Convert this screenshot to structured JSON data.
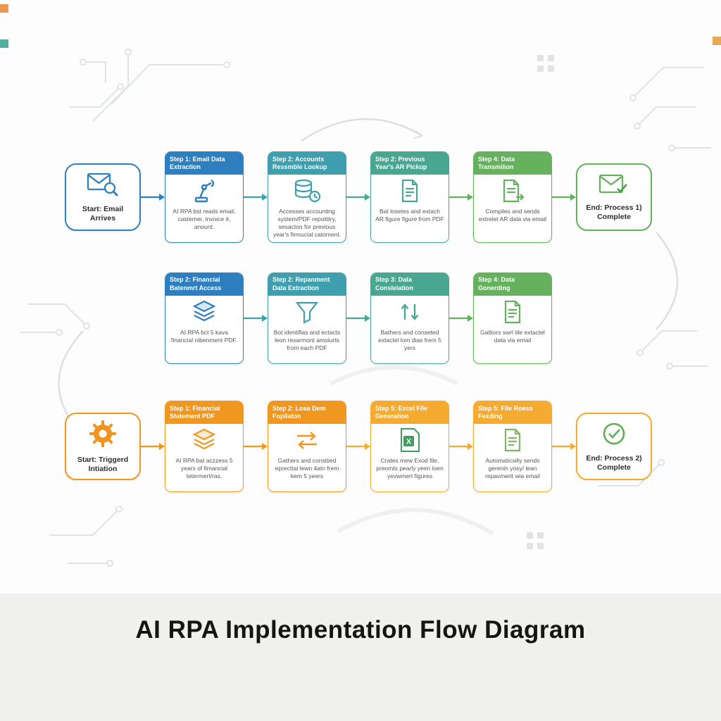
{
  "title": "AI RPA Implementation Flow Diagram",
  "colors": {
    "blue": "#2e7fc0",
    "teal": "#3f9fae",
    "teal_green": "#49a791",
    "green": "#65b15e",
    "orange": "#f0971f",
    "amber": "#f4ab30",
    "band_gray": "#f0f0ef",
    "trace_gray": "#dfe3e8"
  },
  "rows": [
    {
      "start": {
        "label": "Start: Email Arrives",
        "icon": "email-search"
      },
      "steps": [
        {
          "title": "Step 1: Email Data Extraction",
          "body": "AI RPA bst reads email, castemer, invoice #, anount.",
          "icon": "robot-arm"
        },
        {
          "title": "Step 2: Accounts Ressmble Lookup",
          "body": "Accesses accounting system/PDF repoititry, sesacton for previous year's firmucial catoment.",
          "icon": "database-clock"
        },
        {
          "title": "Step 2: Previous Year's AR Pickup",
          "body": "Bat losetes and extach AR figure figure from PDF",
          "icon": "document"
        },
        {
          "title": "Step 4: Data Transmilion",
          "body": "Compiles and sends extrelet AR data via email",
          "icon": "document-send"
        }
      ],
      "end": {
        "label": "End: Process 1) Complete",
        "icon": "email-check"
      }
    },
    {
      "steps": [
        {
          "title": "Step 2: Financial Batenmrt Access",
          "body": "AI RPA bct 5 kava financial nibenment PDF.",
          "icon": "layers"
        },
        {
          "title": "Step 2: Repanment Data Extraction",
          "body": "Bot identifias and ectacts leon resarmont amoiurts from each PDF",
          "icon": "funnel"
        },
        {
          "title": "Step 3: Data Conslelation",
          "body": "Bathers and conseted extactel lom dias frem 5 yers",
          "icon": "merge-arrows"
        },
        {
          "title": "Step 4: Data Gonerding",
          "body": "Gatliors swrl tile extactel data via email",
          "icon": "document-lines"
        }
      ]
    },
    {
      "start": {
        "label": "Start: Triggerd Intiation",
        "icon": "gear"
      },
      "steps": [
        {
          "title": "Step 1: Financial Statement PDF",
          "body": "AI RPA bat aczzess 5 years of fimancial tetermert/ras.",
          "icon": "layers"
        },
        {
          "title": "Step 2: Loaa Dem Fopilaton",
          "body": "Gathers and consitied eprecttal lewn 4atn frem kem 5 yeers",
          "icon": "swap-arrows"
        },
        {
          "title": "Step 5: Excel File Generation",
          "body": "Crates mew Exod file, preomts pearly yeen loen yevwmert figures",
          "icon": "excel-file"
        },
        {
          "title": "Step 5: File Roess Fexding",
          "body": "Automaticsilly sends gerenin yosy/ lean repavmerit wia email",
          "icon": "document-lines"
        }
      ],
      "end": {
        "label": "End: Process 2) Complete",
        "icon": "check-circle"
      }
    }
  ]
}
